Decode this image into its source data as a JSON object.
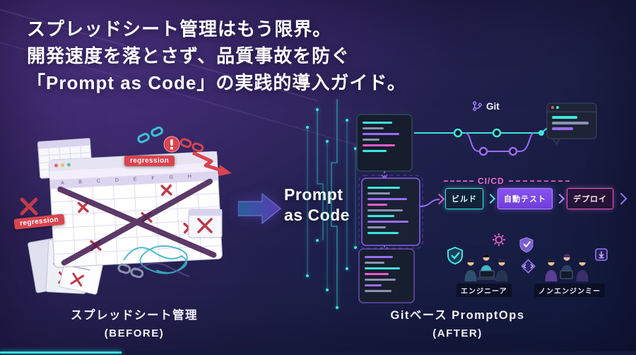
{
  "title": {
    "line1": "スプレッドシート管理はもう限界。",
    "line2": "開発速度を落とさず、品質事故を防ぐ",
    "line3": "「Prompt as Code」の実践的導入ガイド。"
  },
  "before": {
    "regression_badge": "regression",
    "regression_ribbon": "regression",
    "spreadsheet_columns": "A B C D E F G H",
    "caption": "スプレッドシート管理",
    "caption_sub": "(BEFORE)"
  },
  "center": {
    "prompt_line1": "Prompt",
    "prompt_line2": "as Code"
  },
  "after": {
    "git_label": "Git",
    "cicd_label": "CI/CD",
    "pipeline_build": "ビルド",
    "pipeline_test": "自動テスト",
    "pipeline_deploy": "デプロイ",
    "engineers_label": "エンジニーア",
    "non_engineers_label": "ノンエンジンミー",
    "caption": "Gitベース PromptOps",
    "caption_sub": "(AFTER)"
  },
  "colors": {
    "teal": "#3ee6dc",
    "purple": "#8b5cf6",
    "magenta": "#e85cc8",
    "red": "#d9444f",
    "bg_top_left": "#3a2a66",
    "bg_bottom": "#151a38"
  }
}
